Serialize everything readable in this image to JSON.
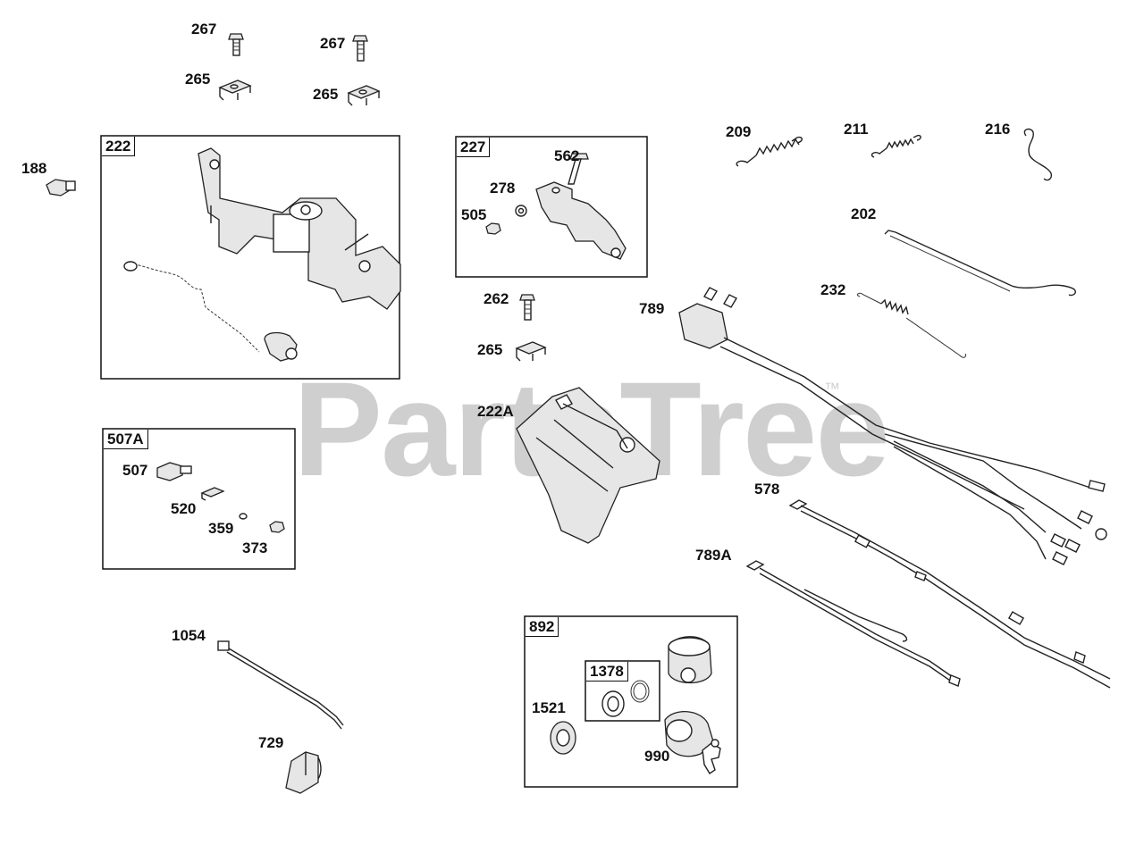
{
  "watermark": {
    "text": "PartsTree",
    "trademark": "™"
  },
  "boxes": [
    {
      "id": "box-222",
      "label": "222"
    },
    {
      "id": "box-227",
      "label": "227"
    },
    {
      "id": "box-507a",
      "label": "507A"
    },
    {
      "id": "box-892",
      "label": "892"
    },
    {
      "id": "box-1378",
      "label": "1378"
    }
  ],
  "callouts": [
    {
      "id": "267a",
      "label": "267"
    },
    {
      "id": "267b",
      "label": "267"
    },
    {
      "id": "265a",
      "label": "265"
    },
    {
      "id": "265b",
      "label": "265"
    },
    {
      "id": "188",
      "label": "188"
    },
    {
      "id": "562",
      "label": "562"
    },
    {
      "id": "278",
      "label": "278"
    },
    {
      "id": "505",
      "label": "505"
    },
    {
      "id": "262",
      "label": "262"
    },
    {
      "id": "265c",
      "label": "265"
    },
    {
      "id": "222a",
      "label": "222A"
    },
    {
      "id": "209",
      "label": "209"
    },
    {
      "id": "211",
      "label": "211"
    },
    {
      "id": "216",
      "label": "216"
    },
    {
      "id": "202",
      "label": "202"
    },
    {
      "id": "232",
      "label": "232"
    },
    {
      "id": "789",
      "label": "789"
    },
    {
      "id": "507",
      "label": "507"
    },
    {
      "id": "520",
      "label": "520"
    },
    {
      "id": "359",
      "label": "359"
    },
    {
      "id": "373",
      "label": "373"
    },
    {
      "id": "578",
      "label": "578"
    },
    {
      "id": "789a",
      "label": "789A"
    },
    {
      "id": "1054",
      "label": "1054"
    },
    {
      "id": "729",
      "label": "729"
    },
    {
      "id": "1521",
      "label": "1521"
    },
    {
      "id": "990",
      "label": "990"
    }
  ]
}
